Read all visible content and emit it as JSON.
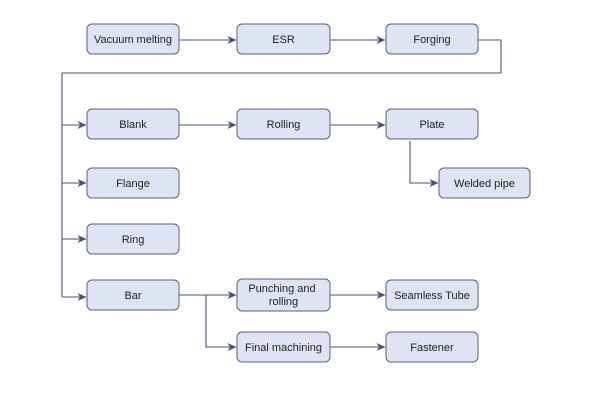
{
  "colors": {
    "node_fill": "#dfe4f4",
    "node_border": "#59627e",
    "connector": "#4a5578",
    "text": "#222222",
    "background": "#ffffff"
  },
  "nodes": {
    "vacuum_melting": "Vacuum melting",
    "esr": "ESR",
    "forging": "Forging",
    "blank": "Blank",
    "rolling": "Rolling",
    "plate": "Plate",
    "welded_pipe": "Welded pipe",
    "flange": "Flange",
    "ring": "Ring",
    "bar": "Bar",
    "punching_and_rolling": [
      "Punching and",
      "rolling"
    ],
    "seamless_tube": "Seamless Tube",
    "final_machining": "Final machining",
    "fastener": "Fastener"
  },
  "edges": [
    [
      "vacuum_melting",
      "esr"
    ],
    [
      "esr",
      "forging"
    ],
    [
      "forging",
      "blank"
    ],
    [
      "forging",
      "flange"
    ],
    [
      "forging",
      "ring"
    ],
    [
      "forging",
      "bar"
    ],
    [
      "blank",
      "rolling"
    ],
    [
      "rolling",
      "plate"
    ],
    [
      "plate",
      "welded_pipe"
    ],
    [
      "bar",
      "punching_and_rolling"
    ],
    [
      "bar",
      "final_machining"
    ],
    [
      "punching_and_rolling",
      "seamless_tube"
    ],
    [
      "final_machining",
      "fastener"
    ]
  ]
}
